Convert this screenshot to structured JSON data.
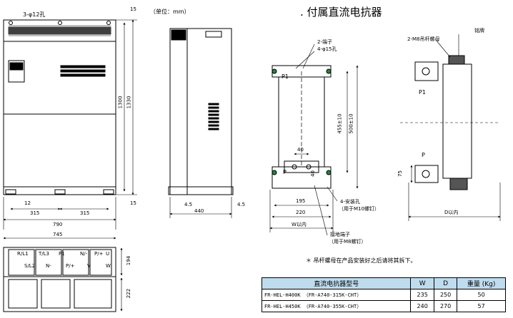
{
  "header": {
    "unit_label": "（单位：mm）",
    "section_title": ". 付属直流电抗器"
  },
  "inverter_front": {
    "hole_label": "3-φ12孔",
    "dims": {
      "top_margin": "15",
      "bottom_margin": "15",
      "height_inner": "1300",
      "height_outer": "1330",
      "hole_offset": "12",
      "half_span_left": "315",
      "half_span_right": "315",
      "width": "790"
    }
  },
  "inverter_side": {
    "dims": {
      "left_small": "4.5",
      "right_small": "4.5",
      "depth": "440"
    }
  },
  "reactor_front": {
    "labels": {
      "terminals": "2-端子",
      "holes": "4-φ15孔",
      "p1": "P1",
      "p": "P",
      "mount_hole": "4-安装孔",
      "mount_hole_note": "（用于M10螺钉）",
      "ground_terminal": "接地端子",
      "ground_note": "（用于M8螺钉）"
    },
    "dims": {
      "height_inner": "455±10",
      "height_outer": "500±10",
      "center_gap": "40",
      "center_gap_2": "40",
      "w1": "195",
      "w2": "220",
      "w_max": "W以内"
    }
  },
  "reactor_side": {
    "labels": {
      "eyebolt": "2-M8吊杆螺母",
      "nameplate": "铭牌",
      "p1": "P1",
      "p": "P"
    },
    "dims": {
      "bottom_height": "75",
      "d_max": "D以内"
    }
  },
  "bottom_view": {
    "width": "745",
    "h1": "194",
    "h2": "222",
    "terminals": [
      "R/L1",
      "T/L3",
      "P1",
      "N/-",
      "P/+",
      "U",
      "V",
      "S/L2",
      "N-",
      "P/+",
      "W"
    ]
  },
  "note": "＊ 吊杆螺母在产品安装好之后请将其拆下。",
  "table": {
    "headers": [
      "直流电抗器型号",
      "W",
      "D",
      "重量 (Kg)"
    ],
    "rows": [
      [
        "FR-HEL-H400K （FR-A740-315K-CHT）",
        "235",
        "250",
        "50"
      ],
      [
        "FR-HEL-H450K （FR-A740-355K-CHT）",
        "240",
        "270",
        "57"
      ]
    ]
  }
}
